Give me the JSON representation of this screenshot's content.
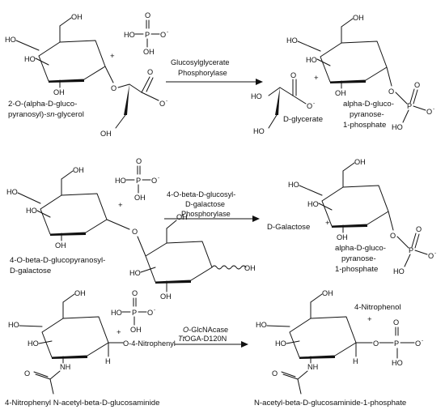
{
  "reactions": [
    {
      "enzyme_lines": [
        "Glucosylglycerate",
        "Phosphorylase"
      ],
      "substrate_name": [
        "2-O-(alpha-D-gluco-",
        "pyranosyl)-",
        "sn",
        "-glycerol"
      ],
      "product1_name": "D-glycerate",
      "product2_name": [
        "alpha-D-gluco-",
        "pyranose-",
        "1-phosphate"
      ],
      "plus": "+"
    },
    {
      "enzyme_lines": [
        "4-O-beta-D-glucosyl-",
        "D-galactose",
        "Phosphorylase"
      ],
      "substrate_name": [
        "4-O-beta-D-glucopyranosyl-",
        "D-galactose"
      ],
      "product1_name": "D-Galactose",
      "product2_name": [
        "alpha-D-gluco-",
        "pyranose-",
        "1-phosphate"
      ],
      "plus": "+"
    },
    {
      "enzyme_lines": [
        "O",
        "-GlcNAcase",
        "Tt",
        "OGA-D120N"
      ],
      "substrate_name": "4-Nitrophenyl N-acetyl-beta-D-glucosaminide",
      "substrate_group": "O-4-Nitrophenyl",
      "product1_name": "4-Nitrophenol",
      "product2_name": "N-acetyl-beta-D-glucosaminide-1-phosphate",
      "plus": "+"
    }
  ],
  "atoms": {
    "oh": "OH",
    "ho": "HO",
    "o": "O",
    "p": "P",
    "nh": "NH",
    "h": "H",
    "minus": "-",
    "oh_wavy": "OH"
  },
  "colors": {
    "ink": "#111111",
    "background": "#ffffff"
  }
}
